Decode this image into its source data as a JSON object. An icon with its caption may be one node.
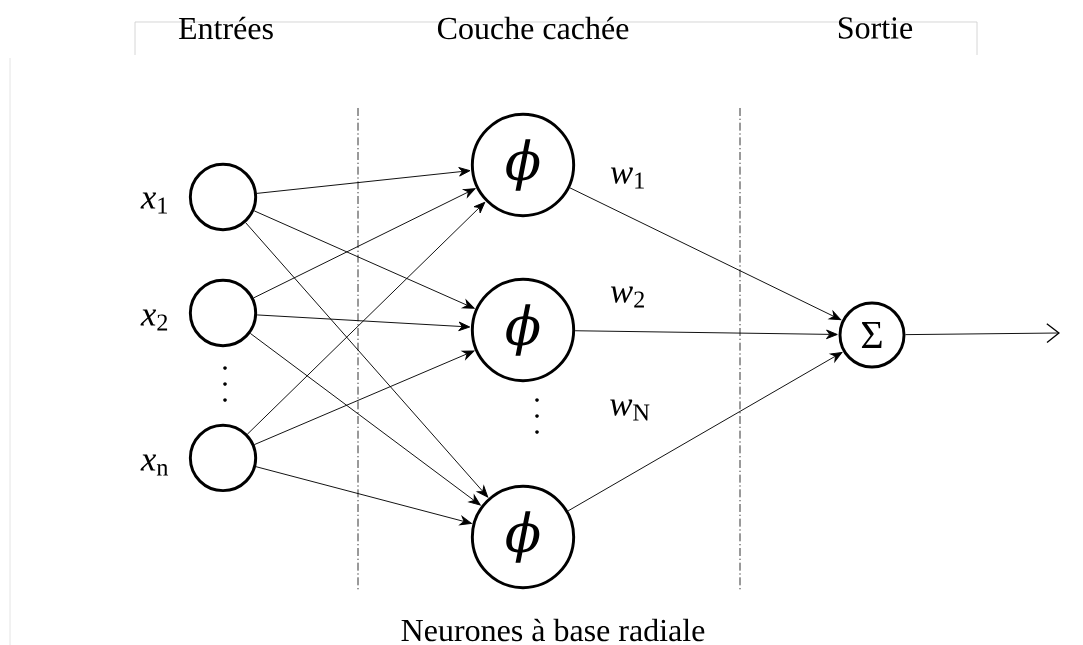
{
  "diagram": {
    "nodes": [
      {
        "text": [],
        "shape": "circle",
        "beside": [
          "*x*$_{1}$"
        ]
      },
      {
        "text": [],
        "shape": "circle",
        "beside": [
          "*x*$_{2}$"
        ]
      },
      {
        "text": [],
        "shape": "circle",
        "beside": [
          "*x*$_{n}$"
        ]
      },
      {
        "text": [
          "ϕ"
        ]
      },
      {
        "text": [
          "ϕ"
        ]
      },
      {
        "text": [
          "ϕ"
        ]
      },
      {
        "text": [
          "Σ"
        ]
      }
    ],
    "edges": [
      {
        "from": 0,
        "to": 3,
        "arrow": "to"
      },
      {
        "from": 0,
        "to": 4,
        "arrow": "to"
      },
      {
        "from": 0,
        "to": 5,
        "arrow": "to"
      },
      {
        "from": 1,
        "to": 3,
        "arrow": "to"
      },
      {
        "from": 1,
        "to": 4,
        "arrow": "to"
      },
      {
        "from": 1,
        "to": 5,
        "arrow": "to"
      },
      {
        "from": 2,
        "to": 3,
        "arrow": "to"
      },
      {
        "from": 2,
        "to": 4,
        "arrow": "to"
      },
      {
        "from": 2,
        "to": 5,
        "arrow": "to"
      },
      {
        "from": 3,
        "to": 6,
        "arrow": "to",
        "label": "*w*$_{1}$"
      },
      {
        "from": 4,
        "to": 6,
        "arrow": "to",
        "label": "*w*$_{2}$"
      },
      {
        "from": 5,
        "to": 6,
        "arrow": "to",
        "label": "*w*$_{N}$"
      },
      {
        "from": 6,
        "to": null,
        "arrow": "to"
      }
    ],
    "labels": [
      "Entrées",
      "Couche cachée",
      "Sortie",
      "Neurones à base radiale"
    ]
  }
}
